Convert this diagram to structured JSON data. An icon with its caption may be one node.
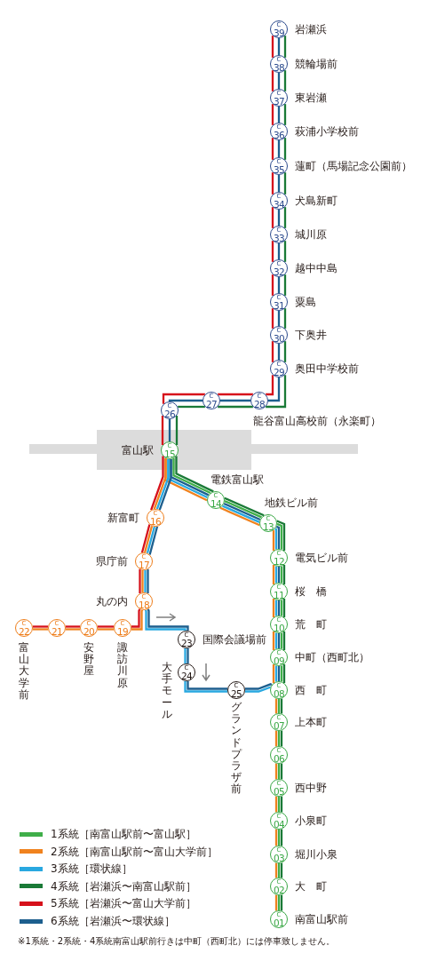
{
  "diagram": {
    "nodes": [
      {
        "text": [
          "C",
          "39"
        ],
        "beside": [
          "岩瀬浜"
        ]
      },
      {
        "text": [
          "C",
          "38"
        ],
        "beside": [
          "競輪場前"
        ]
      },
      {
        "text": [
          "C",
          "37"
        ],
        "beside": [
          "東岩瀬"
        ]
      },
      {
        "text": [
          "C",
          "36"
        ],
        "beside": [
          "萩浦小学校前"
        ]
      },
      {
        "text": [
          "C",
          "35"
        ],
        "beside": [
          "蓮町（馬場記念公園前）"
        ]
      },
      {
        "text": [
          "C",
          "34"
        ],
        "beside": [
          "犬島新町"
        ]
      },
      {
        "text": [
          "C",
          "33"
        ],
        "beside": [
          "城川原"
        ]
      },
      {
        "text": [
          "C",
          "32"
        ],
        "beside": [
          "越中中島"
        ]
      },
      {
        "text": [
          "C",
          "31"
        ],
        "beside": [
          "粟島"
        ]
      },
      {
        "text": [
          "C",
          "30"
        ],
        "beside": [
          "下奥井"
        ]
      },
      {
        "text": [
          "C",
          "29"
        ],
        "beside": [
          "奥田中学校前"
        ]
      },
      {
        "text": [
          "C",
          "28"
        ],
        "beside": [
          "龍谷富山高校前（永楽町）"
        ]
      },
      {
        "text": [
          "C",
          "27"
        ]
      },
      {
        "text": [
          "C",
          "26"
        ]
      },
      {
        "text": [
          "富山駅"
        ]
      },
      {
        "text": [
          "C",
          "15"
        ],
        "in": 14
      },
      {
        "text": [
          "C",
          "14"
        ],
        "beside": [
          "電鉄富山駅"
        ]
      },
      {
        "text": [
          "C",
          "13"
        ],
        "beside": [
          "地鉄ビル前"
        ]
      },
      {
        "text": [
          "C",
          "12"
        ],
        "beside": [
          "電気ビル前"
        ]
      },
      {
        "text": [
          "C",
          "11"
        ],
        "beside": [
          "桜　橋"
        ]
      },
      {
        "text": [
          "C",
          "10"
        ],
        "beside": [
          "荒　町"
        ]
      },
      {
        "text": [
          "C",
          "09"
        ],
        "beside": [
          "中町（西町北）"
        ]
      },
      {
        "text": [
          "C",
          "08"
        ],
        "beside": [
          "西　町"
        ]
      },
      {
        "text": [
          "C",
          "07"
        ],
        "beside": [
          "上本町"
        ]
      },
      {
        "text": [
          "C",
          "06"
        ]
      },
      {
        "text": [
          "C",
          "05"
        ],
        "beside": [
          "西中野"
        ]
      },
      {
        "text": [
          "C",
          "04"
        ],
        "beside": [
          "小泉町"
        ]
      },
      {
        "text": [
          "C",
          "03"
        ],
        "beside": [
          "堀川小泉"
        ]
      },
      {
        "text": [
          "C",
          "02"
        ],
        "beside": [
          "大　町"
        ]
      },
      {
        "text": [
          "C",
          "01"
        ],
        "beside": [
          "南富山駅前"
        ]
      },
      {
        "text": [
          "C",
          "16"
        ],
        "beside": [
          "新富町"
        ]
      },
      {
        "text": [
          "C",
          "17"
        ],
        "beside": [
          "県庁前"
        ]
      },
      {
        "text": [
          "C",
          "18"
        ],
        "beside": [
          "丸の内"
        ]
      },
      {
        "text": [
          "C",
          "19"
        ],
        "beside": [
          "諏訪川原"
        ]
      },
      {
        "text": [
          "C",
          "20"
        ],
        "beside": [
          "安野屋"
        ]
      },
      {
        "text": [
          "C",
          "21"
        ]
      },
      {
        "text": [
          "C",
          "22"
        ],
        "beside": [
          "富山大学前"
        ]
      },
      {
        "text": [
          "C",
          "23"
        ],
        "beside": [
          "国際会議場前"
        ]
      },
      {
        "text": [
          "C",
          "24"
        ],
        "beside": [
          "大手モール"
        ]
      },
      {
        "text": [
          "C",
          "25"
        ],
        "beside": [
          "グランドプラザ前"
        ]
      }
    ],
    "edges": [
      {
        "from": 0,
        "to": 1,
        "arrow": "none",
        "color": "#d6111b"
      },
      {
        "from": 0,
        "to": 1,
        "arrow": "none",
        "color": "#1d5f8e"
      },
      {
        "from": 0,
        "to": 1,
        "arrow": "none",
        "color": "#1a7a37"
      },
      {
        "from": 1,
        "to": 2,
        "arrow": "none",
        "color": "#d6111b"
      },
      {
        "from": 1,
        "to": 2,
        "arrow": "none",
        "color": "#1d5f8e"
      },
      {
        "from": 1,
        "to": 2,
        "arrow": "none",
        "color": "#1a7a37"
      },
      {
        "from": 2,
        "to": 3,
        "arrow": "none",
        "color": "#d6111b"
      },
      {
        "from": 2,
        "to": 3,
        "arrow": "none",
        "color": "#1d5f8e"
      },
      {
        "from": 2,
        "to": 3,
        "arrow": "none",
        "color": "#1a7a37"
      },
      {
        "from": 3,
        "to": 4,
        "arrow": "none",
        "color": "#d6111b"
      },
      {
        "from": 3,
        "to": 4,
        "arrow": "none",
        "color": "#1d5f8e"
      },
      {
        "from": 3,
        "to": 4,
        "arrow": "none",
        "color": "#1a7a37"
      },
      {
        "from": 4,
        "to": 5,
        "arrow": "none",
        "color": "#d6111b"
      },
      {
        "from": 4,
        "to": 5,
        "arrow": "none",
        "color": "#1d5f8e"
      },
      {
        "from": 4,
        "to": 5,
        "arrow": "none",
        "color": "#1a7a37"
      },
      {
        "from": 5,
        "to": 6,
        "arrow": "none",
        "color": "#d6111b"
      },
      {
        "from": 5,
        "to": 6,
        "arrow": "none",
        "color": "#1d5f8e"
      },
      {
        "from": 5,
        "to": 6,
        "arrow": "none",
        "color": "#1a7a37"
      },
      {
        "from": 6,
        "to": 7,
        "arrow": "none",
        "color": "#d6111b"
      },
      {
        "from": 6,
        "to": 7,
        "arrow": "none",
        "color": "#1d5f8e"
      },
      {
        "from": 6,
        "to": 7,
        "arrow": "none",
        "color": "#1a7a37"
      },
      {
        "from": 7,
        "to": 8,
        "arrow": "none",
        "color": "#d6111b"
      },
      {
        "from": 7,
        "to": 8,
        "arrow": "none",
        "color": "#1d5f8e"
      },
      {
        "from": 7,
        "to": 8,
        "arrow": "none",
        "color": "#1a7a37"
      },
      {
        "from": 8,
        "to": 9,
        "arrow": "none",
        "color": "#d6111b"
      },
      {
        "from": 8,
        "to": 9,
        "arrow": "none",
        "color": "#1d5f8e"
      },
      {
        "from": 8,
        "to": 9,
        "arrow": "none",
        "color": "#1a7a37"
      },
      {
        "from": 9,
        "to": 10,
        "arrow": "none",
        "color": "#d6111b"
      },
      {
        "from": 9,
        "to": 10,
        "arrow": "none",
        "color": "#1d5f8e"
      },
      {
        "from": 9,
        "to": 10,
        "arrow": "none",
        "color": "#1a7a37"
      },
      {
        "from": 10,
        "to": 11,
        "arrow": "none",
        "color": "#d6111b"
      },
      {
        "from": 10,
        "to": 11,
        "arrow": "none",
        "color": "#1d5f8e"
      },
      {
        "from": 10,
        "to": 11,
        "arrow": "none",
        "color": "#1a7a37"
      },
      {
        "from": 11,
        "to": 12,
        "arrow": "none",
        "color": "#d6111b"
      },
      {
        "from": 11,
        "to": 12,
        "arrow": "none",
        "color": "#1d5f8e"
      },
      {
        "from": 11,
        "to": 12,
        "arrow": "none",
        "color": "#1a7a37"
      },
      {
        "from": 12,
        "to": 13,
        "arrow": "none",
        "color": "#d6111b"
      },
      {
        "from": 12,
        "to": 13,
        "arrow": "none",
        "color": "#1d5f8e"
      },
      {
        "from": 12,
        "to": 13,
        "arrow": "none",
        "color": "#1a7a37"
      },
      {
        "from": 13,
        "to": 15,
        "arrow": "none",
        "color": "#d6111b"
      },
      {
        "from": 13,
        "to": 15,
        "arrow": "none",
        "color": "#1d5f8e"
      },
      {
        "from": 13,
        "to": 15,
        "arrow": "none",
        "color": "#1a7a37"
      },
      {
        "from": 15,
        "to": 16,
        "arrow": "none",
        "color": "#f0821e"
      },
      {
        "from": 15,
        "to": 16,
        "arrow": "none",
        "color": "#29a8e0"
      },
      {
        "from": 15,
        "to": 16,
        "arrow": "none",
        "color": "#1d5f8e"
      },
      {
        "from": 15,
        "to": 16,
        "arrow": "none",
        "color": "#3fae49"
      },
      {
        "from": 15,
        "to": 16,
        "arrow": "none",
        "color": "#1a7a37"
      },
      {
        "from": 16,
        "to": 17,
        "arrow": "none",
        "color": "#f0821e"
      },
      {
        "from": 16,
        "to": 17,
        "arrow": "none",
        "color": "#29a8e0"
      },
      {
        "from": 16,
        "to": 17,
        "arrow": "none",
        "color": "#1d5f8e"
      },
      {
        "from": 16,
        "to": 17,
        "arrow": "none",
        "color": "#3fae49"
      },
      {
        "from": 16,
        "to": 17,
        "arrow": "none",
        "color": "#1a7a37"
      },
      {
        "from": 17,
        "to": 18,
        "arrow": "none",
        "color": "#f0821e"
      },
      {
        "from": 17,
        "to": 18,
        "arrow": "none",
        "color": "#29a8e0"
      },
      {
        "from": 17,
        "to": 18,
        "arrow": "none",
        "color": "#1d5f8e"
      },
      {
        "from": 17,
        "to": 18,
        "arrow": "none",
        "color": "#3fae49"
      },
      {
        "from": 17,
        "to": 18,
        "arrow": "none",
        "color": "#1a7a37"
      },
      {
        "from": 18,
        "to": 19,
        "arrow": "none",
        "color": "#f0821e"
      },
      {
        "from": 18,
        "to": 19,
        "arrow": "none",
        "color": "#29a8e0"
      },
      {
        "from": 18,
        "to": 19,
        "arrow": "none",
        "color": "#1d5f8e"
      },
      {
        "from": 18,
        "to": 19,
        "arrow": "none",
        "color": "#3fae49"
      },
      {
        "from": 18,
        "to": 19,
        "arrow": "none",
        "color": "#1a7a37"
      },
      {
        "from": 19,
        "to": 20,
        "arrow": "none",
        "color": "#f0821e"
      },
      {
        "from": 19,
        "to": 20,
        "arrow": "none",
        "color": "#29a8e0"
      },
      {
        "from": 19,
        "to": 20,
        "arrow": "none",
        "color": "#1d5f8e"
      },
      {
        "from": 19,
        "to": 20,
        "arrow": "none",
        "color": "#3fae49"
      },
      {
        "from": 19,
        "to": 20,
        "arrow": "none",
        "color": "#1a7a37"
      },
      {
        "from": 20,
        "to": 21,
        "arrow": "none",
        "color": "#f0821e"
      },
      {
        "from": 20,
        "to": 21,
        "arrow": "none",
        "color": "#29a8e0"
      },
      {
        "from": 20,
        "to": 21,
        "arrow": "none",
        "color": "#1d5f8e"
      },
      {
        "from": 20,
        "to": 21,
        "arrow": "none",
        "color": "#3fae49"
      },
      {
        "from": 20,
        "to": 21,
        "arrow": "none",
        "color": "#1a7a37"
      },
      {
        "from": 21,
        "to": 22,
        "arrow": "none",
        "color": "#f0821e"
      },
      {
        "from": 21,
        "to": 22,
        "arrow": "none",
        "color": "#29a8e0"
      },
      {
        "from": 21,
        "to": 22,
        "arrow": "none",
        "color": "#1d5f8e"
      },
      {
        "from": 21,
        "to": 22,
        "arrow": "none",
        "color": "#3fae49"
      },
      {
        "from": 21,
        "to": 22,
        "arrow": "none",
        "color": "#1a7a37"
      },
      {
        "from": 22,
        "to": 23,
        "arrow": "none",
        "color": "#f0821e"
      },
      {
        "from": 22,
        "to": 23,
        "arrow": "none",
        "color": "#3fae49"
      },
      {
        "from": 22,
        "to": 23,
        "arrow": "none",
        "color": "#1a7a37"
      },
      {
        "from": 23,
        "to": 24,
        "arrow": "none",
        "color": "#f0821e"
      },
      {
        "from": 23,
        "to": 24,
        "arrow": "none",
        "color": "#3fae49"
      },
      {
        "from": 23,
        "to": 24,
        "arrow": "none",
        "color": "#1a7a37"
      },
      {
        "from": 24,
        "to": 25,
        "arrow": "none",
        "color": "#f0821e"
      },
      {
        "from": 24,
        "to": 25,
        "arrow": "none",
        "color": "#3fae49"
      },
      {
        "from": 24,
        "to": 25,
        "arrow": "none",
        "color": "#1a7a37"
      },
      {
        "from": 25,
        "to": 26,
        "arrow": "none",
        "color": "#f0821e"
      },
      {
        "from": 25,
        "to": 26,
        "arrow": "none",
        "color": "#3fae49"
      },
      {
        "from": 25,
        "to": 26,
        "arrow": "none",
        "color": "#1a7a37"
      },
      {
        "from": 26,
        "to": 27,
        "arrow": "none",
        "color": "#f0821e"
      },
      {
        "from": 26,
        "to": 27,
        "arrow": "none",
        "color": "#3fae49"
      },
      {
        "from": 26,
        "to": 27,
        "arrow": "none",
        "color": "#1a7a37"
      },
      {
        "from": 27,
        "to": 28,
        "arrow": "none",
        "color": "#f0821e"
      },
      {
        "from": 27,
        "to": 28,
        "arrow": "none",
        "color": "#3fae49"
      },
      {
        "from": 27,
        "to": 28,
        "arrow": "none",
        "color": "#1a7a37"
      },
      {
        "from": 28,
        "to": 29,
        "arrow": "none",
        "color": "#f0821e"
      },
      {
        "from": 28,
        "to": 29,
        "arrow": "none",
        "color": "#3fae49"
      },
      {
        "from": 28,
        "to": 29,
        "arrow": "none",
        "color": "#1a7a37"
      },
      {
        "from": 15,
        "to": 30,
        "arrow": "none",
        "color": "#d6111b"
      },
      {
        "from": 15,
        "to": 30,
        "arrow": "none",
        "color": "#f0821e"
      },
      {
        "from": 15,
        "to": 30,
        "arrow": "none",
        "color": "#29a8e0"
      },
      {
        "from": 15,
        "to": 30,
        "arrow": "none",
        "color": "#1d5f8e"
      },
      {
        "from": 30,
        "to": 31,
        "arrow": "none",
        "color": "#d6111b"
      },
      {
        "from": 30,
        "to": 31,
        "arrow": "none",
        "color": "#f0821e"
      },
      {
        "from": 30,
        "to": 31,
        "arrow": "none",
        "color": "#29a8e0"
      },
      {
        "from": 30,
        "to": 31,
        "arrow": "none",
        "color": "#1d5f8e"
      },
      {
        "from": 31,
        "to": 32,
        "arrow": "none",
        "color": "#d6111b"
      },
      {
        "from": 31,
        "to": 32,
        "arrow": "none",
        "color": "#f0821e"
      },
      {
        "from": 31,
        "to": 32,
        "arrow": "none",
        "color": "#29a8e0"
      },
      {
        "from": 31,
        "to": 32,
        "arrow": "none",
        "color": "#1d5f8e"
      },
      {
        "from": 32,
        "to": 33,
        "arrow": "none",
        "color": "#d6111b"
      },
      {
        "from": 32,
        "to": 33,
        "arrow": "none",
        "color": "#f0821e"
      },
      {
        "from": 33,
        "to": 34,
        "arrow": "none",
        "color": "#d6111b"
      },
      {
        "from": 33,
        "to": 34,
        "arrow": "none",
        "color": "#f0821e"
      },
      {
        "from": 34,
        "to": 35,
        "arrow": "none",
        "color": "#d6111b"
      },
      {
        "from": 34,
        "to": 35,
        "arrow": "none",
        "color": "#f0821e"
      },
      {
        "from": 35,
        "to": 36,
        "arrow": "none",
        "color": "#d6111b"
      },
      {
        "from": 35,
        "to": 36,
        "arrow": "none",
        "color": "#f0821e"
      },
      {
        "from": 32,
        "to": 37,
        "arrow": "none",
        "color": "#29a8e0"
      },
      {
        "from": 32,
        "to": 37,
        "arrow": "none",
        "color": "#1d5f8e"
      },
      {
        "from": 37,
        "to": 38,
        "arrow": "none",
        "color": "#29a8e0"
      },
      {
        "from": 37,
        "to": 38,
        "arrow": "none",
        "color": "#1d5f8e"
      },
      {
        "from": 38,
        "to": 39,
        "arrow": "none",
        "color": "#29a8e0"
      },
      {
        "from": 38,
        "to": 39,
        "arrow": "none",
        "color": "#1d5f8e"
      },
      {
        "from": 39,
        "to": 22,
        "arrow": "none",
        "color": "#29a8e0"
      },
      {
        "from": 39,
        "to": 22,
        "arrow": "none",
        "color": "#1d5f8e"
      }
    ],
    "labels": [
      "※1系統・2系統・4系統南富山駅前行きは中町（西町北）には停車致しません。"
    ],
    "legend": [
      {
        "text": "1系統［南富山駅前〜富山駅］",
        "color": "#3fae49"
      },
      {
        "text": "2系統［南富山駅前〜富山大学前］",
        "color": "#f0821e"
      },
      {
        "text": "3系統［環状線］",
        "color": "#29a8e0"
      },
      {
        "text": "4系統［岩瀬浜〜南富山駅前］",
        "color": "#1a7a37"
      },
      {
        "text": "5系統［岩瀬浜〜富山大学前］",
        "color": "#d6111b"
      },
      {
        "text": "6系統［岩瀬浜〜環状線］",
        "color": "#1d5f8e"
      }
    ]
  }
}
